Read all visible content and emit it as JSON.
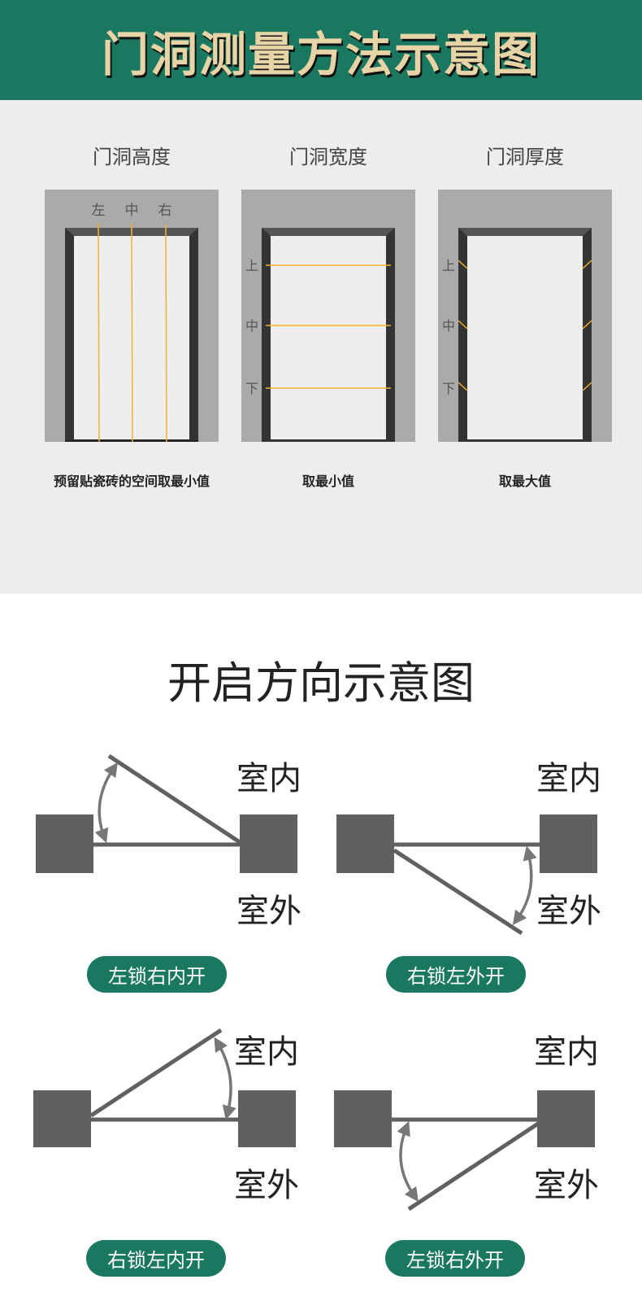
{
  "header": {
    "title": "门洞测量方法示意图"
  },
  "measure": {
    "panels": [
      {
        "title": "门洞高度",
        "caption": "预留贴瓷砖的空间取最小值",
        "marks": [
          "左",
          "中",
          "右"
        ]
      },
      {
        "title": "门洞宽度",
        "caption": "取最小值",
        "marks": [
          "上",
          "中",
          "下"
        ]
      },
      {
        "title": "门洞厚度",
        "caption": "取最大值",
        "marks": [
          "上",
          "中",
          "下"
        ]
      }
    ]
  },
  "opening": {
    "title": "开启方向示意图",
    "inside": "室内",
    "outside": "室外",
    "types": [
      "左锁右内开",
      "右锁左外开",
      "右锁左内开",
      "左锁右外开"
    ]
  },
  "colors": {
    "green": "#1a7760",
    "gold": "#e6d3a6",
    "measure_line": "#f5a623",
    "block": "#606060"
  }
}
